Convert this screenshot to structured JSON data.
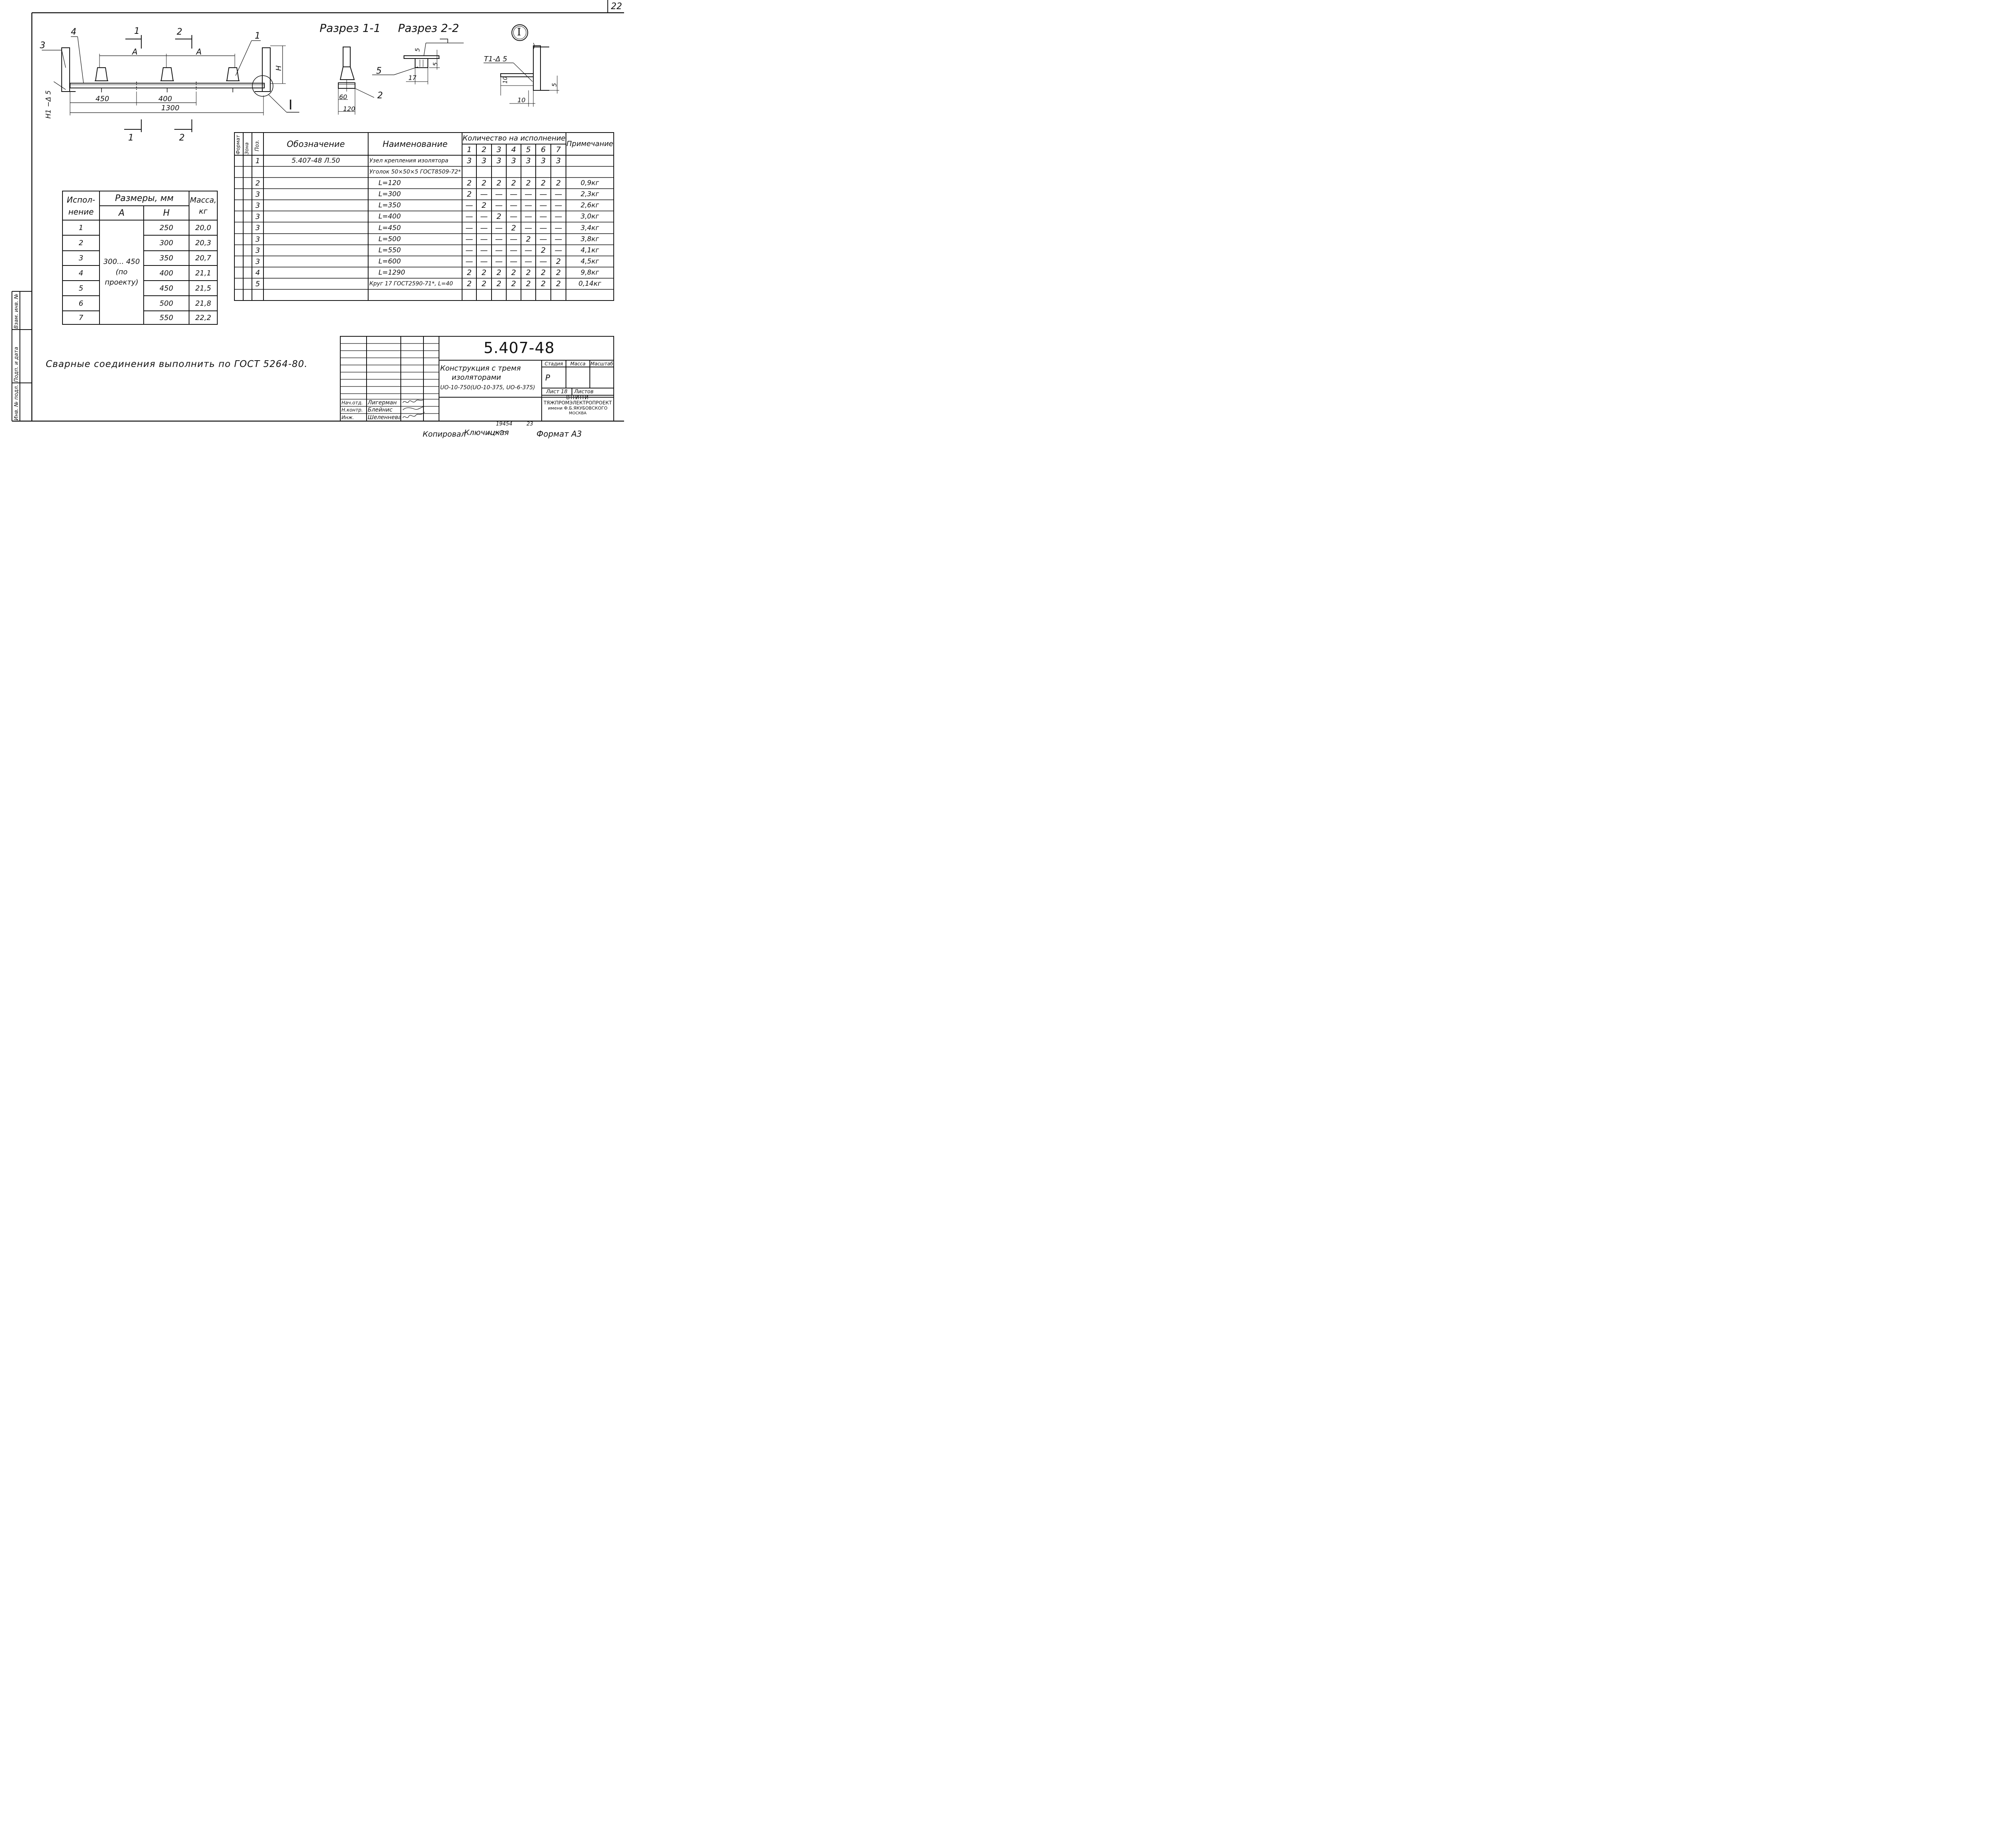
{
  "sheet_number": "22",
  "drawing": {
    "labels": {
      "pos1": "1",
      "pos2": "2",
      "pos3": "3",
      "pos4": "4",
      "pos5": "5",
      "dim_A1": "A",
      "dim_A2": "A",
      "dim_H": "H",
      "dim_450": "450",
      "dim_400": "400",
      "dim_1300": "1300",
      "weld_h1": "H1 −Δ 5",
      "section1_top": "1",
      "section2_top": "2",
      "section1_bottom": "1",
      "section2_bottom": "2",
      "callout_I": "I",
      "title_s11": "Разрез 1-1",
      "title_s22": "Разрез 2-2",
      "s11_60": "60",
      "s11_120": "120",
      "s22_5a": "5",
      "s22_5b": "5",
      "s22_17": "17",
      "detail_mark": "I",
      "weld_t1": "Т1-Δ 5",
      "det_10a": "10",
      "det_10b": "10",
      "det_5": "5"
    }
  },
  "size_table": {
    "headers": {
      "variant": "Испол- нение",
      "sizes": "Размеры, мм",
      "A": "А",
      "H": "Н",
      "mass": "Масса, кг"
    },
    "A_merged": "300... 450 (по проекту)",
    "rows": [
      {
        "n": "1",
        "H": "250",
        "mass": "20,0"
      },
      {
        "n": "2",
        "H": "300",
        "mass": "20,3"
      },
      {
        "n": "3",
        "H": "350",
        "mass": "20,7"
      },
      {
        "n": "4",
        "H": "400",
        "mass": "21,1"
      },
      {
        "n": "5",
        "H": "450",
        "mass": "21,5"
      },
      {
        "n": "6",
        "H": "500",
        "mass": "21,8"
      },
      {
        "n": "7",
        "H": "550",
        "mass": "22,2"
      }
    ]
  },
  "spec_table": {
    "headers": {
      "format": "Формат",
      "zone": "Зона",
      "pos": "Поз.",
      "designation": "Обозначение",
      "name": "Наименование",
      "qty": "Количество на исполнение",
      "note": "Примечание",
      "variants": [
        "1",
        "2",
        "3",
        "4",
        "5",
        "6",
        "7"
      ]
    },
    "rows": [
      {
        "pos": "1",
        "designation": "5.407-48 Л.50",
        "name": "Узел крепления изолятора",
        "q": [
          "3",
          "3",
          "3",
          "3",
          "3",
          "3",
          "3"
        ],
        "note": ""
      },
      {
        "pos": "",
        "designation": "",
        "name": "Уголок 50×50×5 ГОСТ8509-72*",
        "q": [
          "",
          "",
          "",
          "",
          "",
          "",
          ""
        ],
        "note": ""
      },
      {
        "pos": "2",
        "designation": "",
        "name": "L=120",
        "q": [
          "2",
          "2",
          "2",
          "2",
          "2",
          "2",
          "2"
        ],
        "note": "0,9кг"
      },
      {
        "pos": "3",
        "designation": "",
        "name": "L=300",
        "q": [
          "2",
          "—",
          "—",
          "—",
          "—",
          "—",
          "—"
        ],
        "note": "2,3кг"
      },
      {
        "pos": "3",
        "designation": "",
        "name": "L=350",
        "q": [
          "—",
          "2",
          "—",
          "—",
          "—",
          "—",
          "—"
        ],
        "note": "2,6кг"
      },
      {
        "pos": "3",
        "designation": "",
        "name": "L=400",
        "q": [
          "—",
          "—",
          "2",
          "—",
          "—",
          "—",
          "—"
        ],
        "note": "3,0кг"
      },
      {
        "pos": "3",
        "designation": "",
        "name": "L=450",
        "q": [
          "—",
          "—",
          "—",
          "2",
          "—",
          "—",
          "—"
        ],
        "note": "3,4кг"
      },
      {
        "pos": "3",
        "designation": "",
        "name": "L=500",
        "q": [
          "—",
          "—",
          "—",
          "—",
          "2",
          "—",
          "—"
        ],
        "note": "3,8кг"
      },
      {
        "pos": "3",
        "designation": "",
        "name": "L=550",
        "q": [
          "—",
          "—",
          "—",
          "—",
          "—",
          "2",
          "—"
        ],
        "note": "4,1кг"
      },
      {
        "pos": "3",
        "designation": "",
        "name": "L=600",
        "q": [
          "—",
          "—",
          "—",
          "—",
          "—",
          "—",
          "2"
        ],
        "note": "4,5кг"
      },
      {
        "pos": "4",
        "designation": "",
        "name": "L=1290",
        "q": [
          "2",
          "2",
          "2",
          "2",
          "2",
          "2",
          "2"
        ],
        "note": "9,8кг"
      },
      {
        "pos": "5",
        "designation": "",
        "name": "Круг 17 ГОСТ2590-71*, L=40",
        "q": [
          "2",
          "2",
          "2",
          "2",
          "2",
          "2",
          "2"
        ],
        "note": "0,14кг"
      },
      {
        "pos": "",
        "designation": "",
        "name": "",
        "q": [
          "",
          "",
          "",
          "",
          "",
          "",
          ""
        ],
        "note": ""
      }
    ]
  },
  "weld_note": "Сварные соединения выполнить по ГОСТ 5264-80.",
  "side_stamp": {
    "inv": "Инв. № подл.",
    "sign": "Подп. и дата",
    "vzam": "Взам. инв. №"
  },
  "title_block": {
    "code": "5.407-48",
    "title": [
      "Конструкция с тремя",
      "изоляторами",
      "UO-10-750(UO-10-375, UO-6-375)"
    ],
    "stage_label": "Стадия",
    "mass_label": "Масса",
    "scale_label": "Масштаб",
    "stage": "Р",
    "sheet": "Лист 18",
    "sheets": "Листов",
    "org": [
      "ВНИПИ",
      "ТЯЖПРОМЭЛЕКТРОПРОЕКТ",
      "имени Ф.Б.ЯКУБОВСКОГО",
      "МОСКВА"
    ],
    "staff": [
      {
        "role": "Нач.отд.",
        "name": "Лигерман"
      },
      {
        "role": "Н.контр.",
        "name": "Блейнис"
      },
      {
        "role": "Инж.",
        "name": "Шеленнева"
      }
    ]
  },
  "bottom": {
    "num1": "19454",
    "num2": "23",
    "copied": "Копировал",
    "copier": "Ключицкая",
    "format": "Формат А3"
  }
}
